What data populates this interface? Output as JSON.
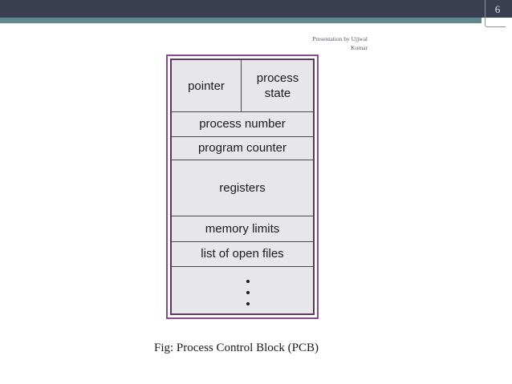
{
  "slide": {
    "number": "6",
    "presenter_line1": "Presentation by Ujjwal",
    "presenter_line2": "Kumar"
  },
  "diagram": {
    "fields": {
      "pointer": "pointer",
      "process_state_line1": "process",
      "process_state_line2": "state",
      "process_number": "process number",
      "program_counter": "program counter",
      "registers": "registers",
      "memory_limits": "memory limits",
      "open_files": "list of open files"
    }
  },
  "caption": "Fig: Process Control Block (PCB)",
  "colors": {
    "header": "#3b3f52",
    "accent": "#5f8a8d",
    "pcb_border": "#8a4a8f",
    "pcb_fill": "#e7e7ea"
  }
}
